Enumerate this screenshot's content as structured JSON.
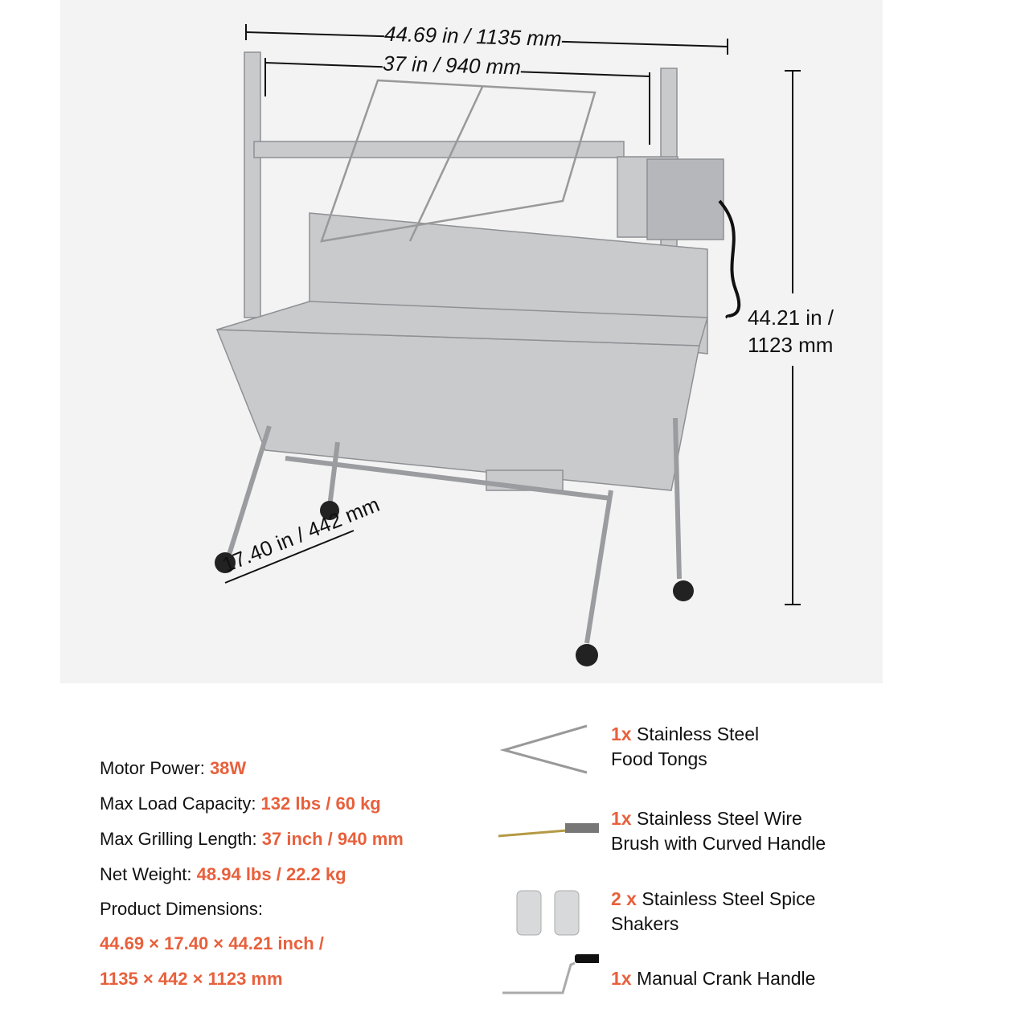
{
  "dimensions": {
    "overall_width": "44.69 in / 1135 mm",
    "grill_length": "37 in / 940 mm",
    "height_line1": "44.21 in /",
    "height_line2": "1123 mm",
    "depth": "17.40 in / 442 mm"
  },
  "specs": [
    {
      "label": "Motor Power: ",
      "value": "38W"
    },
    {
      "label": "Max Load Capacity: ",
      "value": "132 lbs / 60 kg"
    },
    {
      "label": "Max Grilling Length: ",
      "value": "37 inch / 940 mm"
    },
    {
      "label": "Net Weight: ",
      "value": "48.94 lbs / 22.2 kg"
    },
    {
      "label": "Product Dimensions:",
      "value": ""
    }
  ],
  "product_dimensions": [
    "44.69 × 17.40 × 44.21 inch /",
    "1135 × 442 × 1123 mm"
  ],
  "accessories": [
    {
      "qty": "1x",
      "line1": " Stainless Steel",
      "line2": "Food Tongs"
    },
    {
      "qty": "1x",
      "line1": " Stainless Steel Wire",
      "line2": "Brush with Curved Handle"
    },
    {
      "qty": "2 x",
      "line1": " Stainless Steel Spice",
      "line2": "Shakers"
    },
    {
      "qty": "1x",
      "line1": " Manual Crank Handle",
      "line2": ""
    }
  ],
  "colors": {
    "accent": "#e8603c",
    "background": "#f3f3f3"
  }
}
